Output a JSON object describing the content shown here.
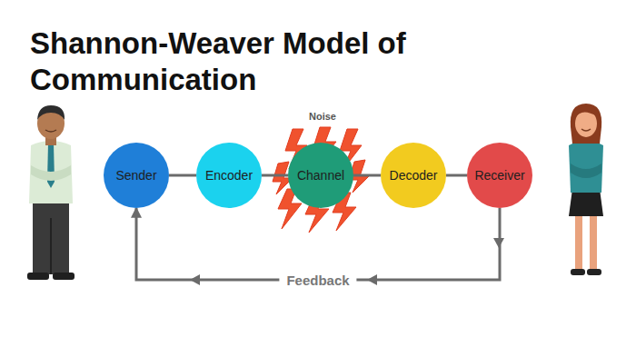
{
  "diagram": {
    "title": "Shannon-Weaver Model of Communication",
    "nodes": [
      {
        "text": [
          "Sender"
        ]
      },
      {
        "text": [
          "Encoder"
        ]
      },
      {
        "text": [
          "Channel"
        ]
      },
      {
        "text": [
          "Decoder"
        ]
      },
      {
        "text": [
          "Receiver"
        ]
      }
    ],
    "edges": [
      {
        "from": 0,
        "to": 1,
        "arrow": "none"
      },
      {
        "from": 1,
        "to": 2,
        "arrow": "none"
      },
      {
        "from": 2,
        "to": 3,
        "arrow": "none"
      },
      {
        "from": 3,
        "to": 4,
        "arrow": "none"
      },
      {
        "from": 4,
        "to": 0,
        "label": "Feedback",
        "arrow": "to"
      }
    ],
    "labels": [
      "Noise"
    ]
  }
}
